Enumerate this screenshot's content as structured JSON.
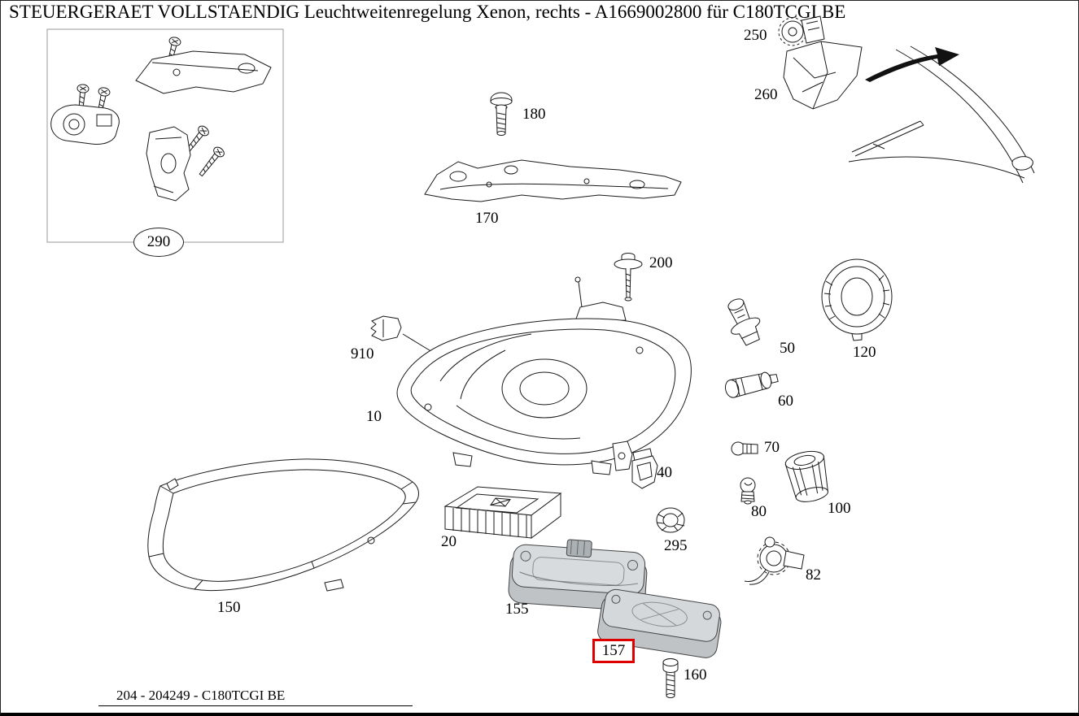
{
  "title": "STEUERGERAET VOLLSTAENDIG Leuchtweitenregelung Xenon, rechts - A1669002800 für C180TCGI BE",
  "footer": {
    "reference": "204 - 204249 - C180TCGI BE"
  },
  "diagram": {
    "selected_part": "157",
    "highlight_color": "#dd0000"
  },
  "labels": {
    "p10": "10",
    "p20": "20",
    "p40": "40",
    "p50": "50",
    "p60": "60",
    "p70": "70",
    "p80": "80",
    "p82": "82",
    "p100": "100",
    "p120": "120",
    "p150": "150",
    "p155": "155",
    "p157": "157",
    "p160": "160",
    "p170": "170",
    "p180": "180",
    "p200": "200",
    "p250": "250",
    "p260": "260",
    "p290": "290",
    "p295": "295",
    "p910": "910"
  }
}
